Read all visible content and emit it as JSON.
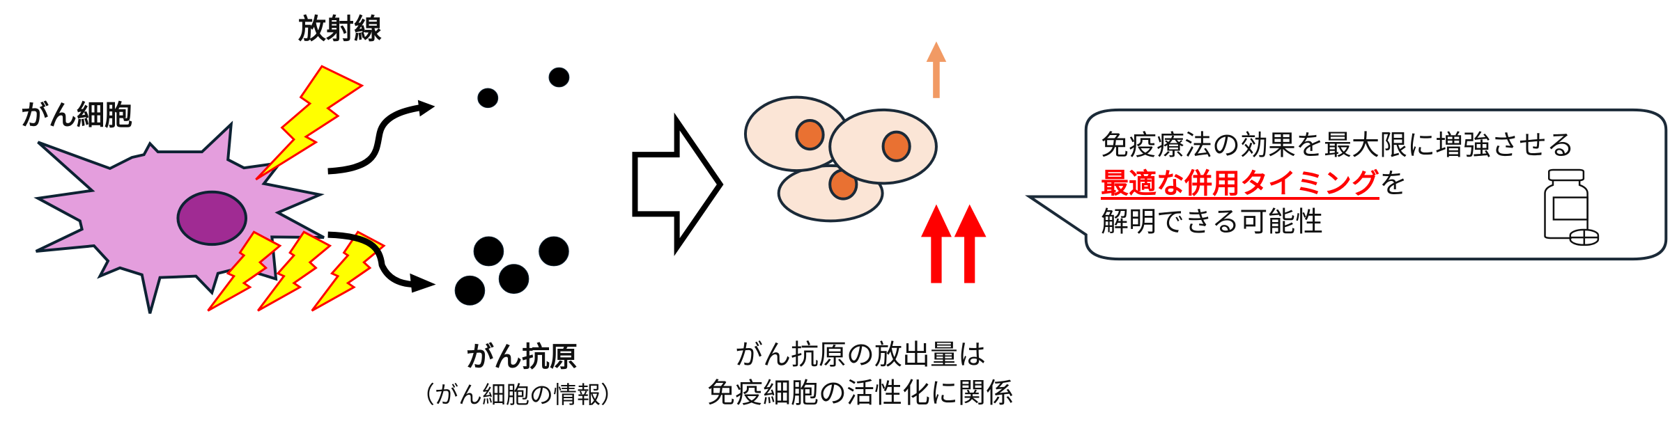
{
  "labels": {
    "radiation": "放射線",
    "cancer_cell": "がん細胞",
    "cancer_antigen": "がん抗原",
    "cancer_antigen_note": "（がん細胞の情報）",
    "release_line1": "がん抗原の放出量は",
    "release_line2": "免疫細胞の活性化に関係"
  },
  "callout": {
    "line1": "免疫療法の効果を最大限に増強させる",
    "line2_highlight": "最適な併用タイミング",
    "line2_rest": "を",
    "line3": "解明できる可能性"
  },
  "colors": {
    "cell_fill": "#e49edd",
    "nucleus_fill": "#a02b93",
    "lightning_fill": "#ffff00",
    "lightning_stroke": "#ff0000",
    "immune_cell_fill": "#fbe5d6",
    "immune_nucleus": "#e97132",
    "orange_arrow": "#f19a64",
    "red_arrow": "#ff0000",
    "highlight_text": "#ff0000"
  }
}
